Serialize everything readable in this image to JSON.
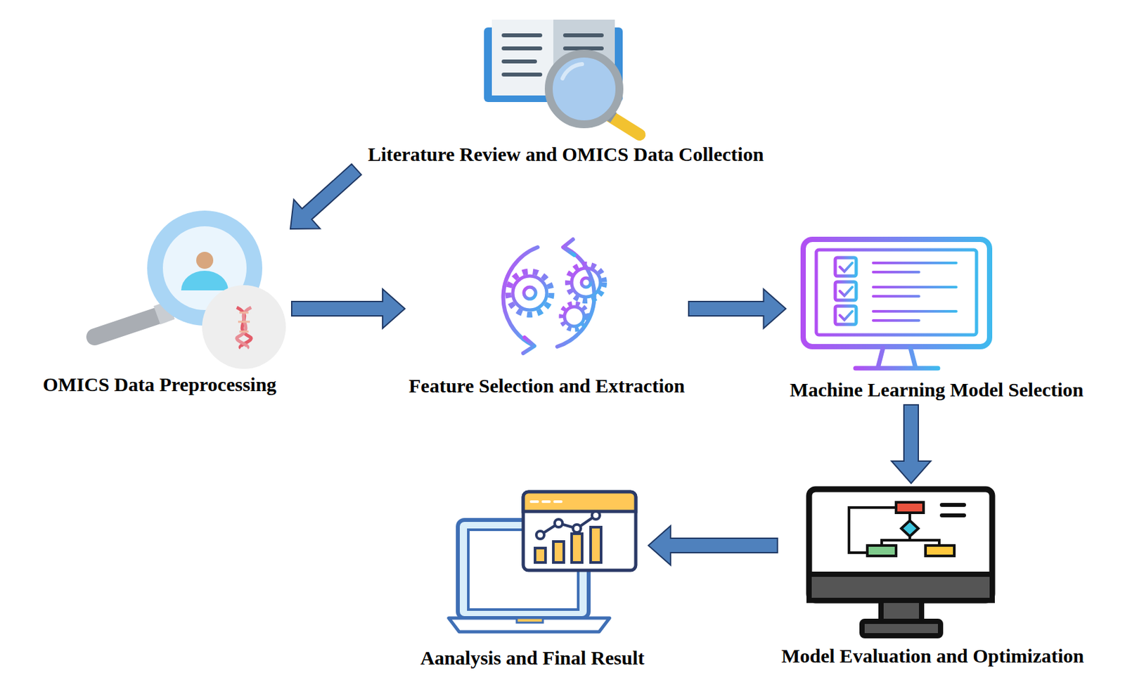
{
  "diagram": {
    "nodes": [
      {
        "text": [
          "Literature Review and OMICS Data Collection"
        ]
      },
      {
        "text": [
          "OMICS Data Preprocessing"
        ]
      },
      {
        "text": [
          "Feature Selection and Extraction"
        ]
      },
      {
        "text": [
          "Machine Learning Model Selection"
        ]
      },
      {
        "text": [
          "Model Evaluation and Optimization"
        ]
      },
      {
        "text": [
          "Aanalysis and Final Result"
        ]
      }
    ],
    "edges": [
      {
        "from": 0,
        "to": 1,
        "arrow": "to"
      },
      {
        "from": 1,
        "to": 2,
        "arrow": "to"
      },
      {
        "from": 2,
        "to": 3,
        "arrow": "to"
      },
      {
        "from": 3,
        "to": 4,
        "arrow": "to"
      },
      {
        "from": 4,
        "to": 5,
        "arrow": "to"
      }
    ]
  }
}
